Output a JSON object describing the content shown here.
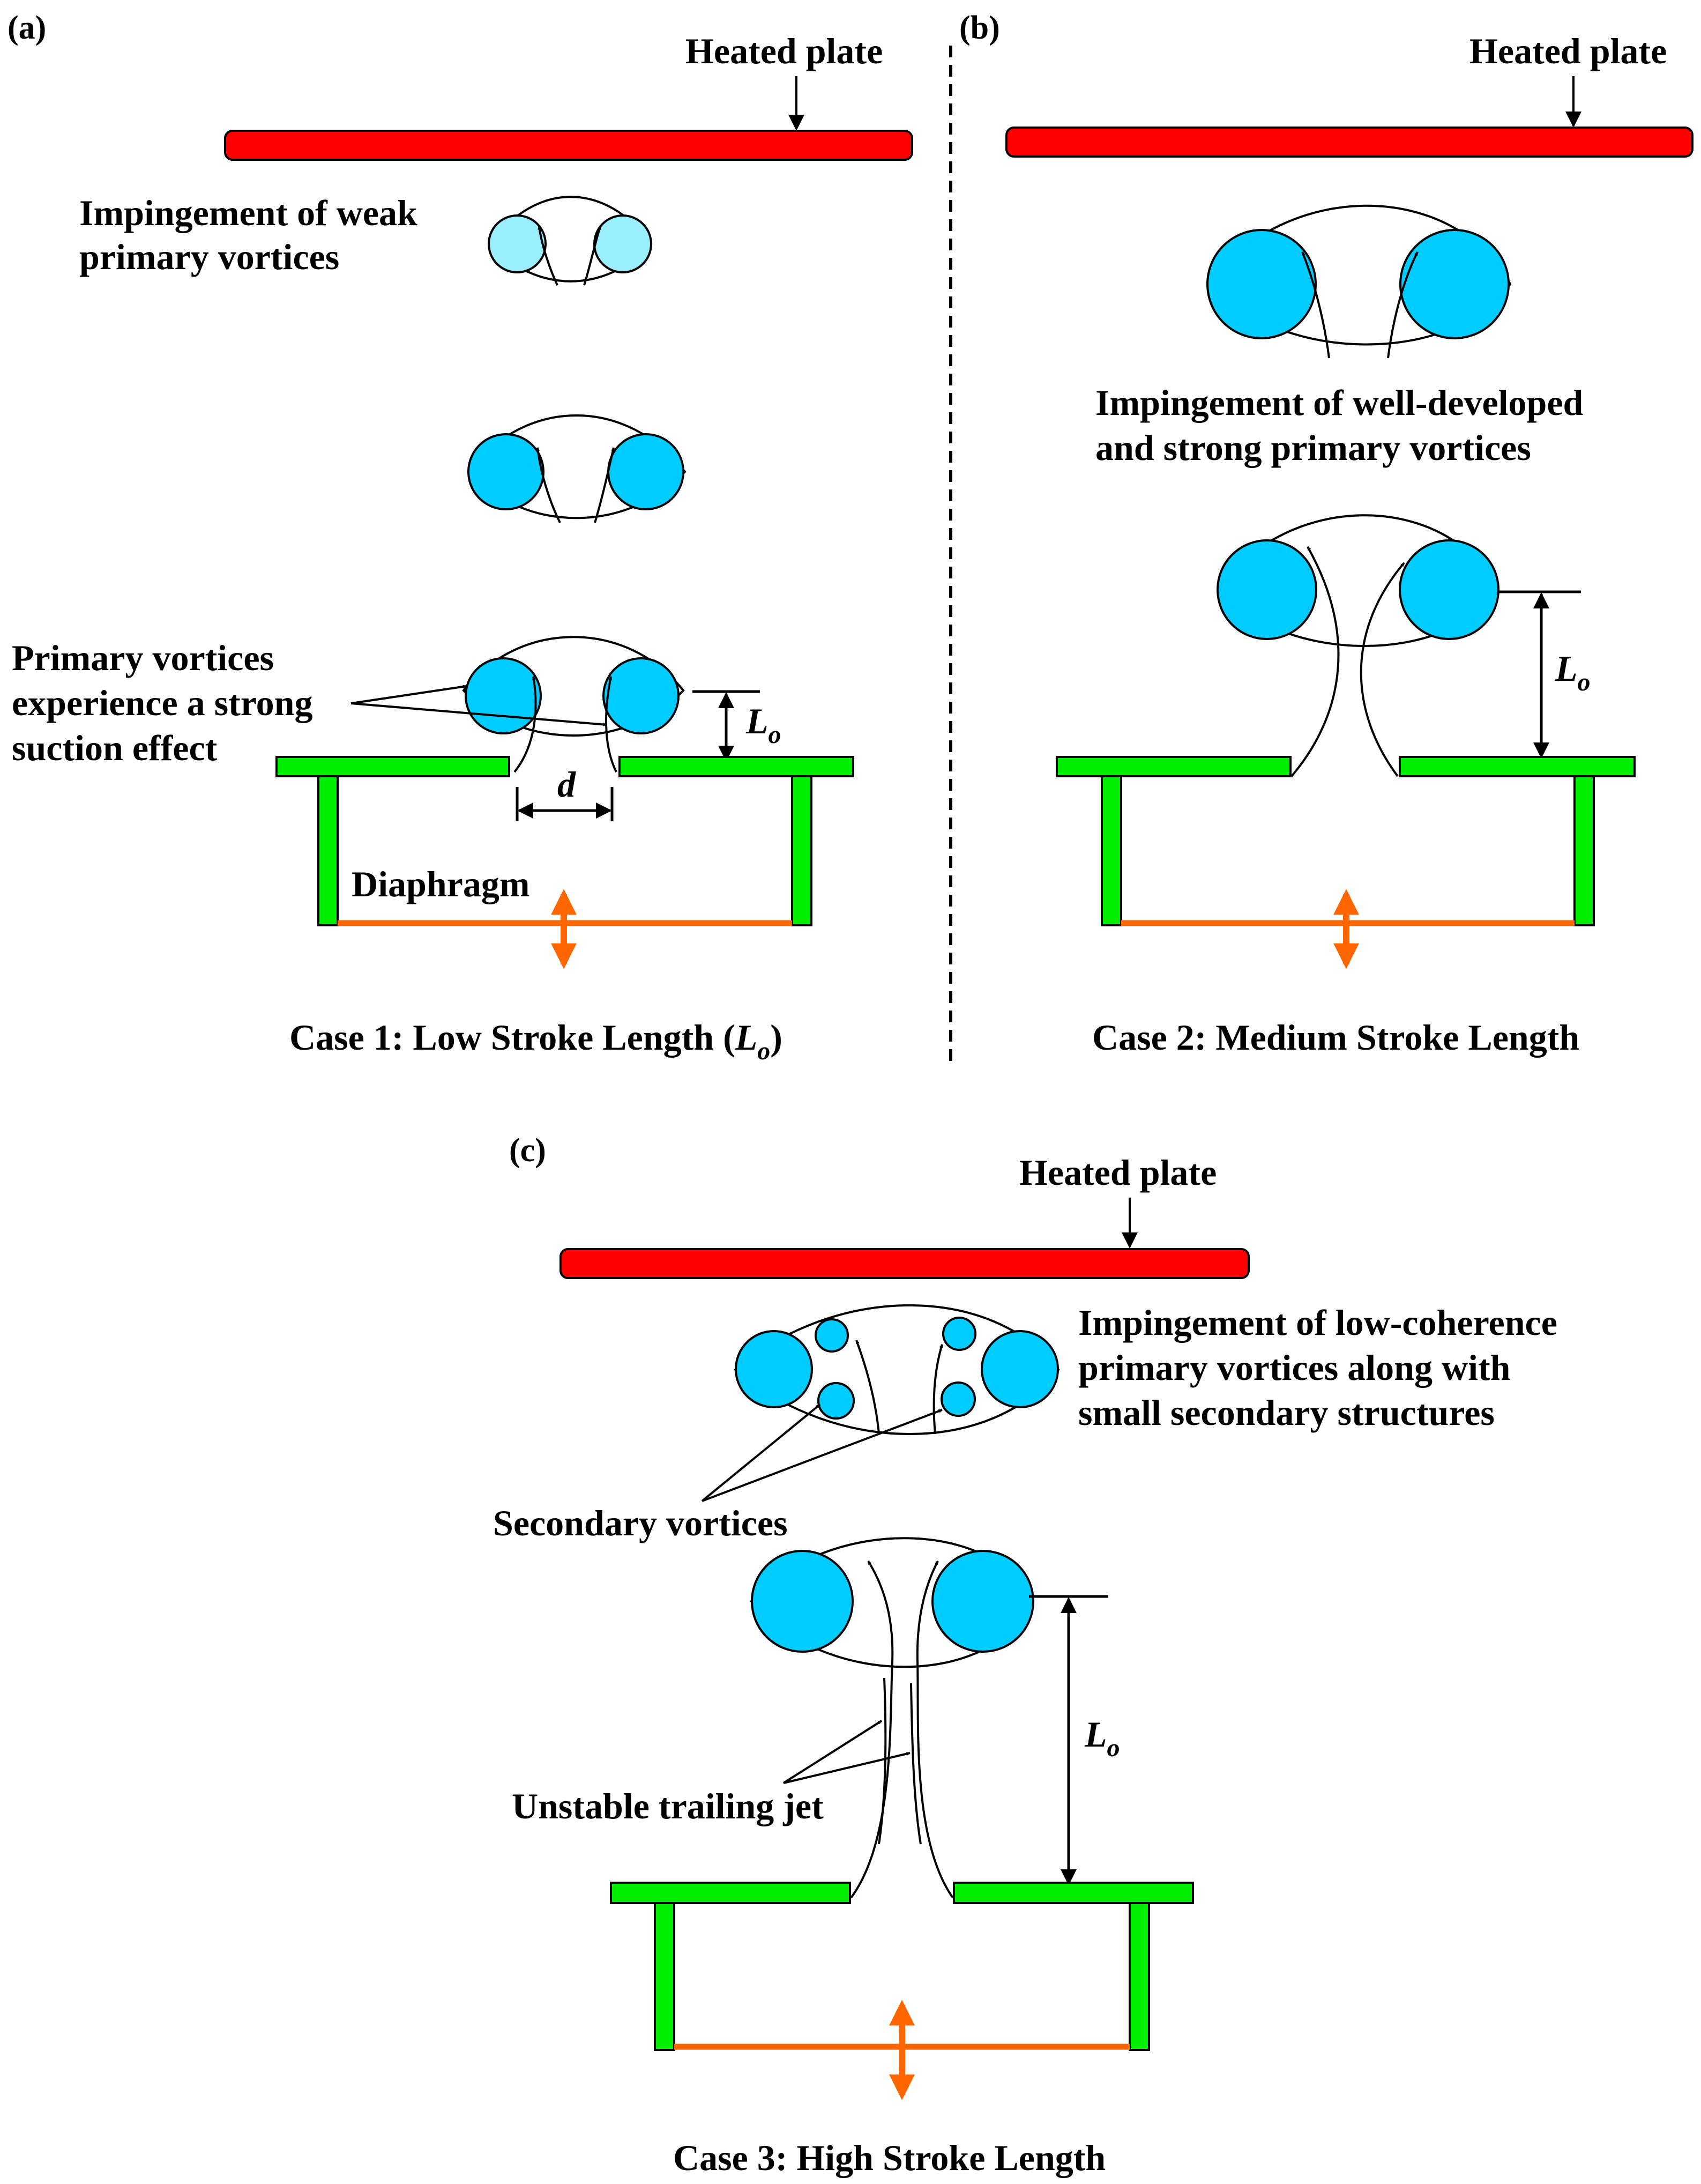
{
  "panels": {
    "a": {
      "label": "(a)",
      "plate_label": "Heated plate",
      "annot_weak": [
        "Impingement of weak",
        "primary vortices"
      ],
      "annot_suction": [
        "Primary vortices",
        "experience a strong",
        "suction effect"
      ],
      "orifice_label": "d",
      "stroke_label": "L",
      "stroke_sub": "o",
      "diaphragm_label": "Diaphragm",
      "caption_main": "Case 1: Low Stroke Length (",
      "caption_L": "L",
      "caption_sub": "o",
      "caption_end": ")"
    },
    "b": {
      "label": "(b)",
      "plate_label": "Heated plate",
      "annot": [
        "Impingement of well-developed",
        "and strong primary vortices"
      ],
      "stroke_label": "L",
      "stroke_sub": "o",
      "caption": "Case 2: Medium Stroke Length"
    },
    "c": {
      "label": "(c)",
      "plate_label": "Heated plate",
      "annot": [
        "Impingement of low-coherence",
        "primary vortices along with",
        "small secondary structures"
      ],
      "secondary_label": "Secondary vortices",
      "jet_label": "Unstable trailing jet",
      "stroke_label": "L",
      "stroke_sub": "o",
      "caption": "Case 3: High Stroke Length"
    }
  },
  "colors": {
    "plate": "#ff0000",
    "vortex": "#00ccff",
    "vortex_weak": "#99eeff",
    "cavity": "#00ee00",
    "diaphragm": "#ff6600",
    "divider": "#000000"
  }
}
